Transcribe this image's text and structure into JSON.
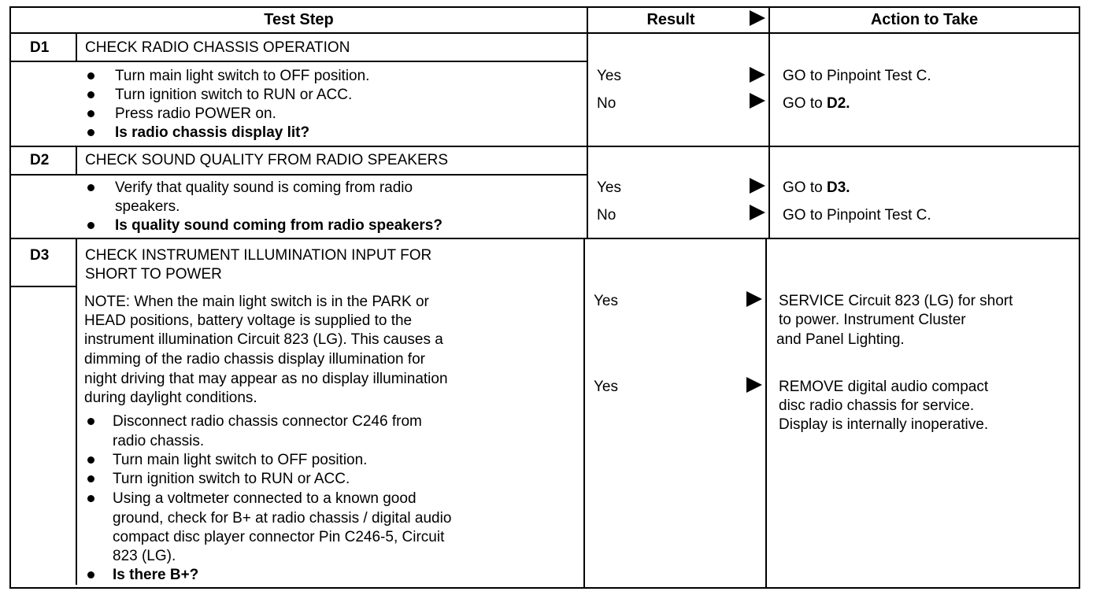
{
  "headers": {
    "test_step": "Test Step",
    "result": "Result",
    "action": "Action to Take"
  },
  "d1": {
    "id": "D1",
    "title": "CHECK RADIO CHASSIS OPERATION",
    "steps": [
      "Turn main light switch to OFF position.",
      "Turn ignition switch to RUN or ACC.",
      "Press radio POWER on.",
      "Is radio chassis display lit?"
    ],
    "results": [
      "Yes",
      "No"
    ],
    "actions": [
      {
        "text": "GO to Pinpoint Test C.",
        "bold": ""
      },
      {
        "text": "GO to ",
        "bold": "D2."
      }
    ]
  },
  "d2": {
    "id": "D2",
    "title": "CHECK SOUND QUALITY FROM RADIO SPEAKERS",
    "steps": [
      "Verify that quality sound is coming from radio",
      "speakers.",
      "Is quality sound coming from radio speakers?"
    ],
    "results": [
      "Yes",
      "No"
    ],
    "actions": [
      {
        "text": "GO to ",
        "bold": "D3."
      },
      {
        "text": "GO to Pinpoint Test C.",
        "bold": ""
      }
    ]
  },
  "d3": {
    "id": "D3",
    "title_lines": [
      "CHECK INSTRUMENT ILLUMINATION INPUT FOR",
      "SHORT TO POWER"
    ],
    "note_lines": [
      "NOTE: When the main light switch is in the PARK or",
      "HEAD positions, battery voltage is supplied to the",
      "instrument illumination Circuit 823 (LG). This causes a",
      "dimming of the radio chassis display illumination for",
      "night driving that may appear as no display illumination",
      "during daylight conditions."
    ],
    "steps": [
      "Disconnect radio chassis connector C246 from",
      "radio chassis.",
      "Turn main light switch to OFF position.",
      "Turn ignition switch to RUN or ACC.",
      "Using a voltmeter connected to a known good",
      "ground, check for B+ at radio chassis / digital audio",
      "compact disc player connector Pin C246-5, Circuit",
      "823 (LG).",
      "Is there B+?"
    ],
    "results": [
      "Yes",
      "Yes"
    ],
    "actions": [
      [
        "SERVICE Circuit 823 (LG) for short",
        "to power.  Instrument Cluster",
        "and Panel Lighting."
      ],
      [
        "REMOVE digital audio compact",
        "disc radio chassis for service.",
        "Display is internally inoperative."
      ]
    ]
  }
}
